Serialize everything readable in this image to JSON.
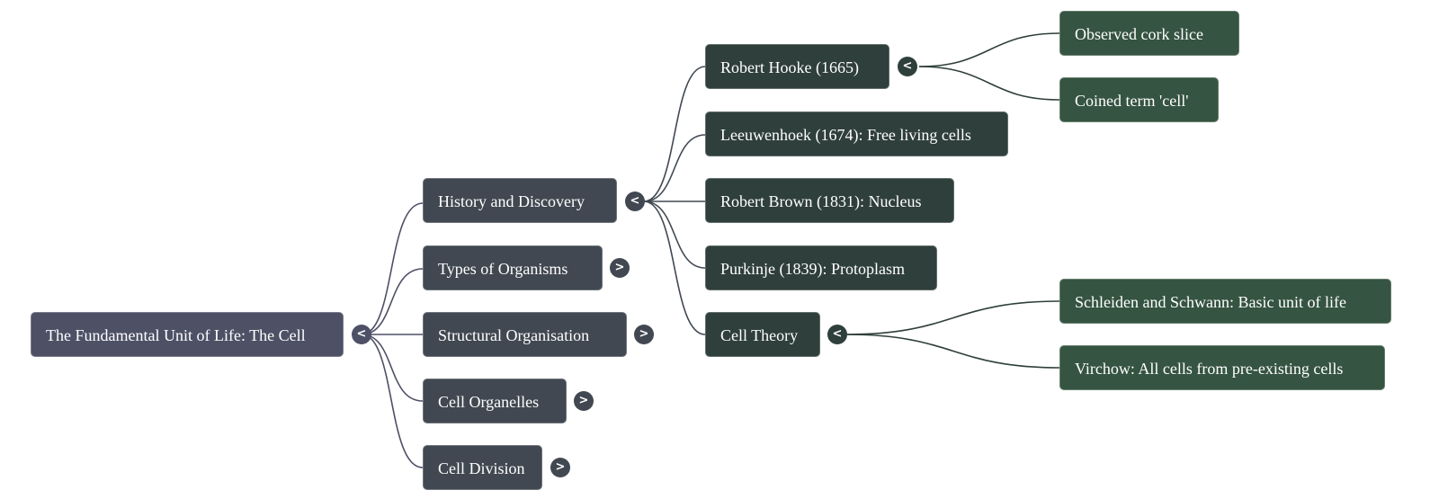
{
  "mindmap": {
    "root": {
      "label": "The Fundamental Unit of Life: The Cell",
      "toggle": "<",
      "children": [
        {
          "label": "History and Discovery",
          "toggle": "<",
          "children": [
            {
              "label": "Robert Hooke (1665)",
              "toggle": "<",
              "children": [
                {
                  "label": "Observed cork slice"
                },
                {
                  "label": "Coined term 'cell'"
                }
              ]
            },
            {
              "label": "Leeuwenhoek (1674): Free living cells"
            },
            {
              "label": "Robert Brown (1831): Nucleus"
            },
            {
              "label": "Purkinje (1839): Protoplasm"
            },
            {
              "label": "Cell Theory",
              "toggle": "<",
              "children": [
                {
                  "label": "Schleiden and Schwann: Basic unit of life"
                },
                {
                  "label": "Virchow: All cells from pre-existing cells"
                }
              ]
            }
          ]
        },
        {
          "label": "Types of Organisms",
          "toggle": ">"
        },
        {
          "label": "Structural Organisation",
          "toggle": ">"
        },
        {
          "label": "Cell Organelles",
          "toggle": ">"
        },
        {
          "label": "Cell Division",
          "toggle": ">"
        }
      ]
    },
    "colors": {
      "level0": "#4e5066",
      "level1": "#414851",
      "level2": "#2f3f3b",
      "level3": "#355441"
    }
  }
}
